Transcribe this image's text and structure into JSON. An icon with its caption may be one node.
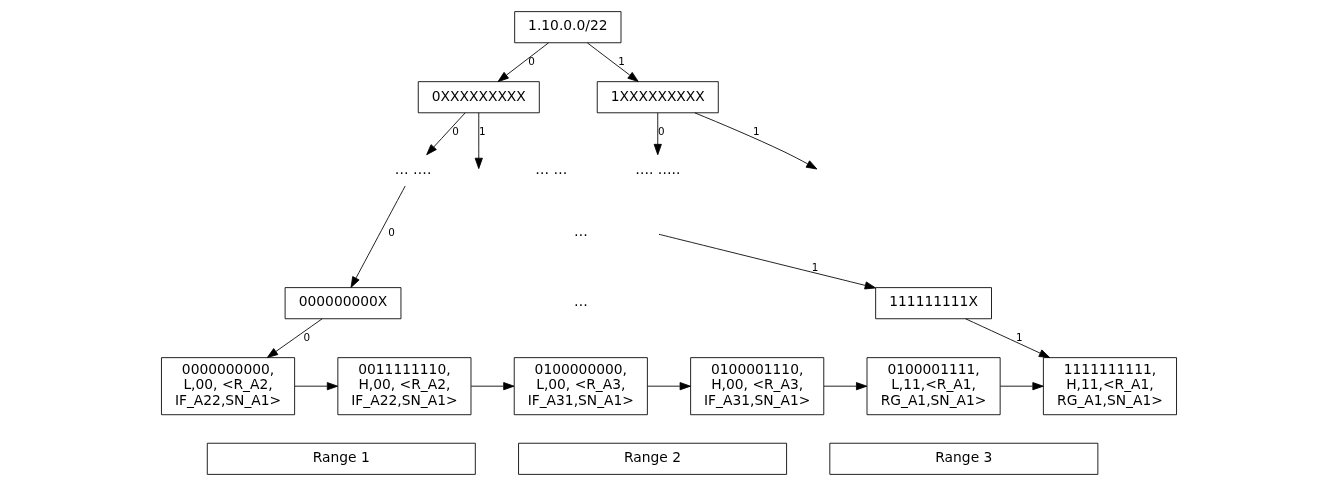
{
  "diagram": {
    "nodes": [
      {
        "text": [
          "1.10.0.0/22"
        ]
      },
      {
        "text": [
          "0XXXXXXXXX"
        ]
      },
      {
        "text": [
          "1XXXXXXXXX"
        ]
      },
      {
        "text": [
          "… …."
        ]
      },
      {
        "text": [
          "…. ….."
        ]
      },
      {
        "text": [
          "000000000X"
        ]
      },
      {
        "text": [
          "111111111X"
        ]
      },
      {
        "text": [
          "0000000000, L,00, <R_A2, IF_A22,SN_A1>"
        ]
      },
      {
        "text": [
          "0011111110, H,00, <R_A2, IF_A22,SN_A1>"
        ]
      },
      {
        "text": [
          "0100000000, L,00, <R_A3, IF_A31,SN_A1>"
        ]
      },
      {
        "text": [
          "0100001110, H,00, <R_A3, IF_A31,SN_A1>"
        ]
      },
      {
        "text": [
          "0100001111, L,11,<R_A1, RG_A1,SN_A1>"
        ]
      },
      {
        "text": [
          "1111111111, H,11,<R_A1, RG_A1,SN_A1>"
        ]
      },
      {
        "text": [
          "Range 1"
        ]
      },
      {
        "text": [
          "Range 2"
        ]
      },
      {
        "text": [
          "Range 3"
        ]
      }
    ],
    "edges": [
      {
        "from": 0,
        "to": 1,
        "arrow": "to",
        "label": "0"
      },
      {
        "from": 0,
        "to": 2,
        "arrow": "to",
        "label": "1"
      },
      {
        "from": 1,
        "to": 3,
        "arrow": "to",
        "label": "0"
      },
      {
        "from": 1,
        "to": null,
        "arrow": "to",
        "label": "1"
      },
      {
        "from": 2,
        "to": 4,
        "arrow": "to",
        "label": "0"
      },
      {
        "from": 2,
        "to": null,
        "arrow": "to",
        "label": "1"
      },
      {
        "from": 3,
        "to": 5,
        "arrow": "to",
        "label": "0"
      },
      {
        "from": null,
        "to": 6,
        "arrow": "to",
        "label": "1"
      },
      {
        "from": 5,
        "to": 7,
        "arrow": "to",
        "label": "0"
      },
      {
        "from": 6,
        "to": 12,
        "arrow": "to",
        "label": "1"
      },
      {
        "from": 7,
        "to": 8,
        "arrow": "to"
      },
      {
        "from": 8,
        "to": 9,
        "arrow": "to"
      },
      {
        "from": 9,
        "to": 10,
        "arrow": "to"
      },
      {
        "from": 10,
        "to": 11,
        "arrow": "to"
      },
      {
        "from": 11,
        "to": 12,
        "arrow": "to"
      }
    ],
    "labels": [
      "… …",
      "…",
      "…"
    ]
  }
}
